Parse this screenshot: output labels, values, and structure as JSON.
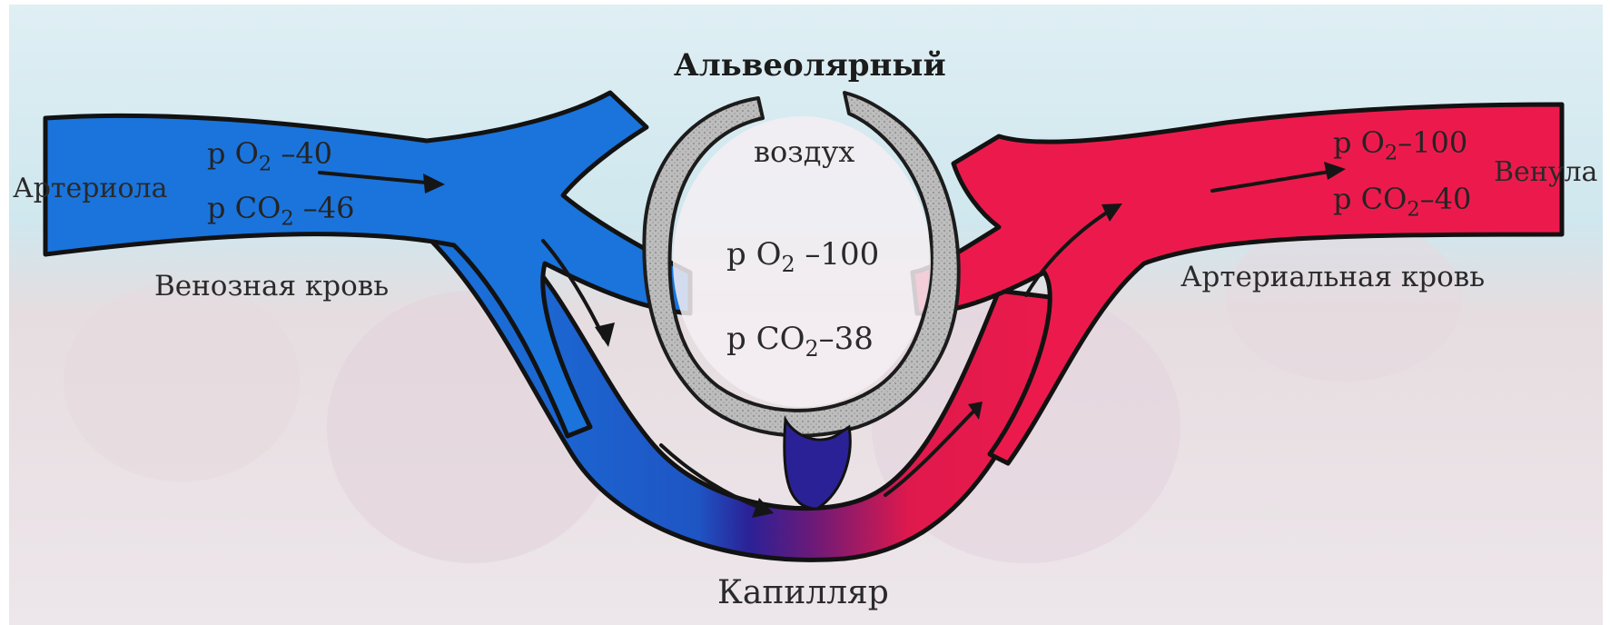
{
  "labels": {
    "top": "Альвеолярный",
    "air": "воздух",
    "bottom": "Капилляр",
    "left_vessel": "Артериола",
    "right_vessel": "Венула",
    "venous_blood": "Венозная кровь",
    "arterial_blood": "Артериальная кровь"
  },
  "alveolus": {
    "o2": {
      "prefix": "p  O",
      "sub": "2",
      "value": " –100"
    },
    "co2": {
      "prefix": "p  CO",
      "sub": "2",
      "value": "–38"
    }
  },
  "venous_side": {
    "o2": {
      "prefix": "p O",
      "sub": "2",
      "value": " –40"
    },
    "co2": {
      "prefix": "p CO",
      "sub": "2",
      "value": " –46"
    }
  },
  "arterial_side": {
    "o2": {
      "prefix": "p O",
      "sub": "2",
      "value": "–100"
    },
    "co2": {
      "prefix": "p CO",
      "sub": "2",
      "value": "–40"
    }
  },
  "colors": {
    "venous": "#1a74dc",
    "arterial": "#ec1a4c",
    "mixed": "#3a1a8a",
    "alveolus_wall": "#bcbcbc"
  }
}
